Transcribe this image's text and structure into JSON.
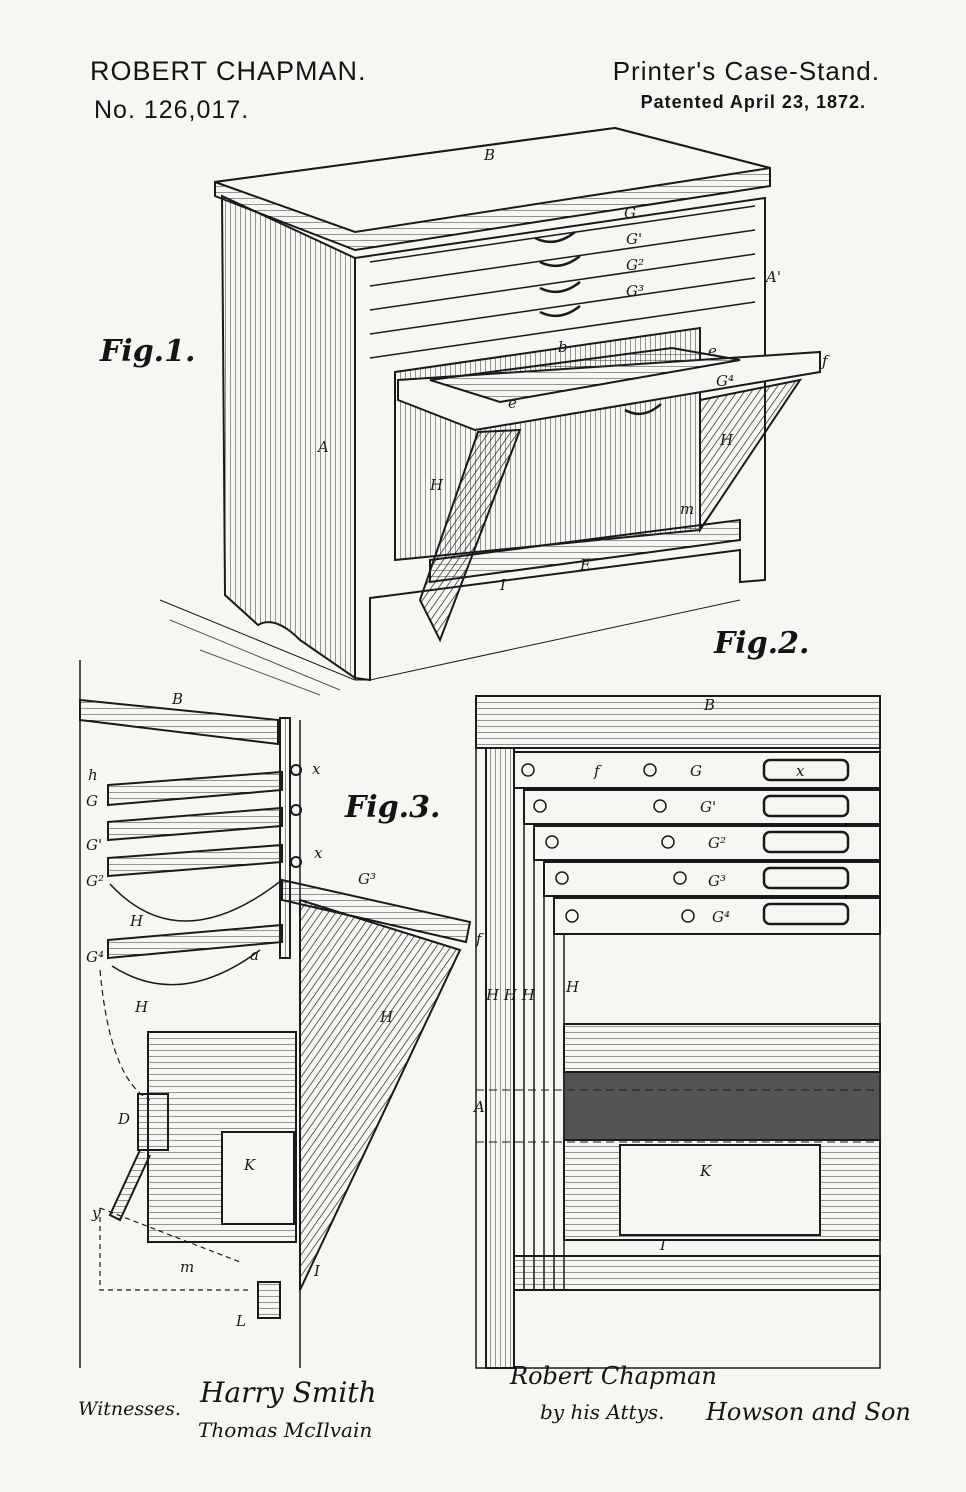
{
  "header": {
    "inventor": "ROBERT CHAPMAN.",
    "patent_number": "No. 126,017.",
    "title": "Printer's Case-Stand.",
    "patented": "Patented April 23, 1872."
  },
  "figures": {
    "fig1": "Fig.1.",
    "fig2": "Fig.2.",
    "fig3": "Fig.3."
  },
  "reference_letters": {
    "B": "B",
    "A": "A",
    "A_prime": "A'",
    "G": "G",
    "G1": "G'",
    "G2": "G²",
    "G3": "G³",
    "G4": "G⁴",
    "H": "H",
    "b": "b",
    "e": "e",
    "f": "f",
    "E": "E",
    "I": "I",
    "K": "K",
    "D": "D",
    "L": "L",
    "m": "m",
    "x": "x",
    "y": "y",
    "h": "h",
    "a": "a",
    "HHH": "H H H"
  },
  "signatures": {
    "witnesses_label": "Witnesses.",
    "witness1": "Harry Smith",
    "witness2": "Thomas McIlvain",
    "inventor_signature": "Robert Chapman",
    "by_attorney": "by his Attys.",
    "attorneys": "Howson and Son"
  }
}
